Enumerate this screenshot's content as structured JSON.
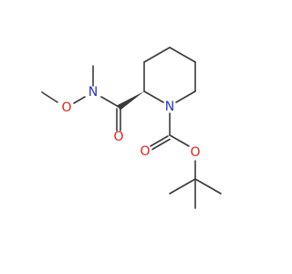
{
  "molecule": {
    "atoms": [
      {
        "id": "n-piperidine",
        "symbol": "N",
        "color": "#2a35c8"
      },
      {
        "id": "n-amide",
        "symbol": "N",
        "color": "#2a35c8"
      },
      {
        "id": "o-methoxy",
        "symbol": "O",
        "color": "#e0231c"
      },
      {
        "id": "o-amide-carbonyl",
        "symbol": "O",
        "color": "#e0231c"
      },
      {
        "id": "o-carbamate-carbonyl",
        "symbol": "O",
        "color": "#e0231c"
      },
      {
        "id": "o-carbamate-ester",
        "symbol": "O",
        "color": "#e0231c"
      }
    ],
    "bond_color": "#3a3a3a"
  }
}
